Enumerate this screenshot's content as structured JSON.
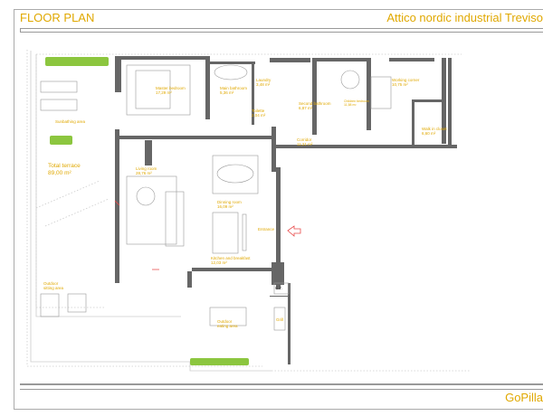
{
  "header": {
    "title": "FLOOR PLAN",
    "project": "Attico nordic industrial Treviso"
  },
  "footer": {
    "brand": "GoPilla"
  },
  "colors": {
    "accent": "#e0a800",
    "wall": "#555555",
    "plant": "#8cc63f",
    "arrow": "#e84a4a"
  },
  "rooms": [
    {
      "name": "Master bedroom",
      "area": "17,29 m²"
    },
    {
      "name": "Main bathroom",
      "area": "5,36 m²"
    },
    {
      "name": "Laundry",
      "area": "3,48 m²"
    },
    {
      "name": "Toilette",
      "area": "2,04 m²"
    },
    {
      "name": "Second bathroom",
      "area": "6,87 m²"
    },
    {
      "name": "Children bedroom",
      "area": "11,58 m²"
    },
    {
      "name": "Working corner",
      "area": "10,75 m²"
    },
    {
      "name": "Walk in closet",
      "area": "6,60 m²"
    },
    {
      "name": "Corridor",
      "area": "11,21 m²"
    },
    {
      "name": "Living room",
      "area": "28,76 m²"
    },
    {
      "name": "Dinning room",
      "area": "16,09 m²"
    },
    {
      "name": "Kitchen and breakfast",
      "area": "12,03 m²"
    },
    {
      "name": "Total terrace",
      "area": "89,00 m²"
    }
  ],
  "areas": {
    "sunbathing": "Sunbathing area",
    "outdoor_sitting": "Outdoor sitting area",
    "outdoor_eating": "Outdoor eating area",
    "entrance": "Entrance",
    "grill": "Grill",
    "ct": "C.T."
  }
}
